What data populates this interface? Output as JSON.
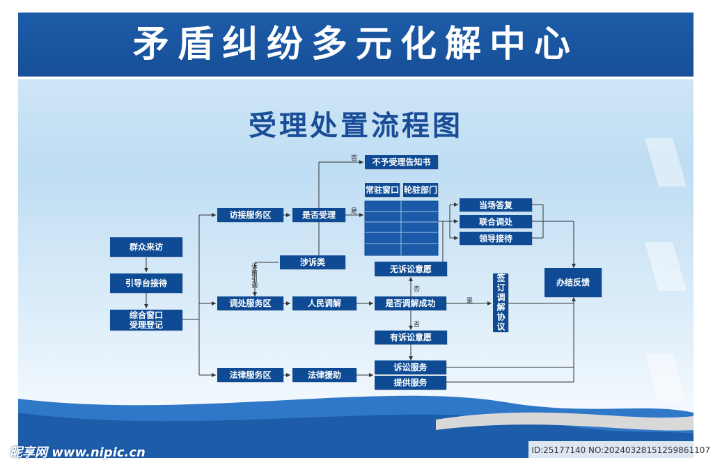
{
  "header": {
    "title": "矛盾纠纷多元化解中心"
  },
  "subtitle": "受理处置流程图",
  "nodes": {
    "qunzhong": "群众来访",
    "yindao": "引导台接待",
    "zonghe": "综合窗口\n受理登记",
    "fangjie": "访接服务区",
    "shifou_shouli": "是否受理",
    "buyu": "不予受理告知书",
    "changzhu": "常驻窗口",
    "lunzhu": "轮驻部门",
    "dangchang": "当场答复",
    "lianhe": "联合调处",
    "lingdao": "领导接待",
    "shesu": "涉诉类",
    "wusu": "无诉讼意愿",
    "tiaochu": "调处服务区",
    "renmin": "人民调解",
    "shifou_chenggong": "是否调解成功",
    "qianding": "签订调解协议",
    "banjie": "办结反馈",
    "yousu": "有诉讼意愿",
    "falv": "法律服务区",
    "falv_yuanzhu": "法律援助",
    "susong": "诉讼服务",
    "tigong": "提供服务"
  },
  "labels": {
    "fou_top": "否",
    "shi_right": "是",
    "suqian": "诉前引调",
    "fou_wusu": "否",
    "fou_yousu": "否",
    "shi_xieyi": "是"
  },
  "watermark": {
    "left": "昵享网 www.nipic.cn",
    "right": "ID:25177140 NO:20240328151259861107"
  },
  "colors": {
    "header": "#1d5ca8",
    "box": "#0e4b94",
    "line": "#333333"
  }
}
